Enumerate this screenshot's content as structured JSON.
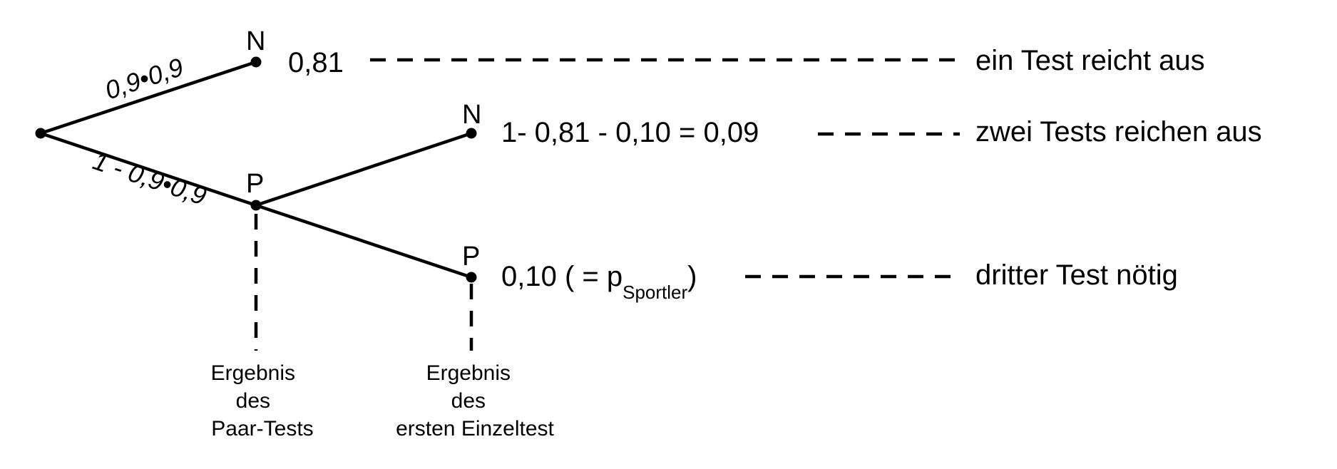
{
  "nodes": {
    "n1": "N",
    "p1": "P",
    "n2": "N",
    "p2": "P"
  },
  "edges": {
    "root_n1": "0,9•0,9",
    "root_p1": "1 - 0,9•0,9"
  },
  "values": {
    "n1": "0,81",
    "n2": "1- 0,81 - 0,10 = 0,09",
    "p2_prefix": "0,10 ( = p",
    "p2_subscript": "Sportler",
    "p2_suffix": ")"
  },
  "outcomes": {
    "n1": "ein Test reicht aus",
    "n2": "zwei Tests reichen aus",
    "p2": "dritter Test nötig"
  },
  "level_labels": {
    "level1": [
      "Ergebnis",
      "des",
      "Paar-Tests"
    ],
    "level2": [
      "Ergebnis",
      "des",
      "ersten Einzeltest"
    ]
  }
}
